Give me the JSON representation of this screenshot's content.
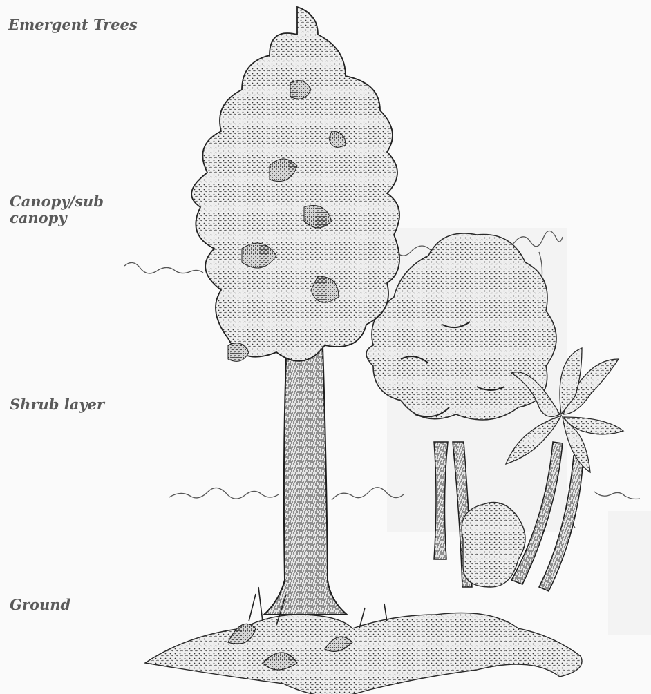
{
  "layers": [
    {
      "id": "emergent",
      "label": "Emergent Trees"
    },
    {
      "id": "canopy",
      "label": "Canopy/sub\ncanopy"
    },
    {
      "id": "shrub",
      "label": "Shrub layer"
    },
    {
      "id": "ground",
      "label": "Ground"
    }
  ],
  "colors": {
    "label_text": "#5a5a5a",
    "ink": "#1e1e1e",
    "foliage_fill": "#ececec",
    "background": "#fafafa"
  }
}
